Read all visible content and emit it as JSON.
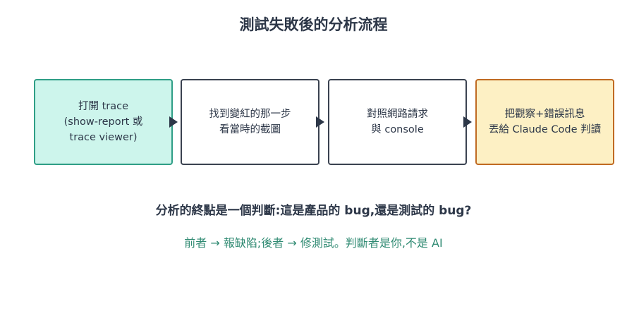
{
  "title": "測試失敗後的分析流程",
  "steps": [
    {
      "line1": "打開 trace",
      "line2": "(show-report 或",
      "line3": "trace viewer)"
    },
    {
      "line1": "找到變紅的那一步",
      "line2": "看當時的截圖"
    },
    {
      "line1": "對照網路請求",
      "line2": "與 console"
    },
    {
      "line1": "把觀察+錯誤訊息",
      "line2": "丟給 Claude Code 判讀"
    }
  ],
  "conclusion": "分析的終點是一個判斷:這是產品的 bug,還是測試的 bug?",
  "note": "前者 → 報缺陷;後者 → 修測試。判斷者是你,不是 AI",
  "colors": {
    "teal_fill": "#cdf5ec",
    "teal_border": "#2f9e86",
    "yellow_fill": "#fdf0c4",
    "yellow_border": "#c06a22",
    "note_text": "#2f8a72"
  }
}
